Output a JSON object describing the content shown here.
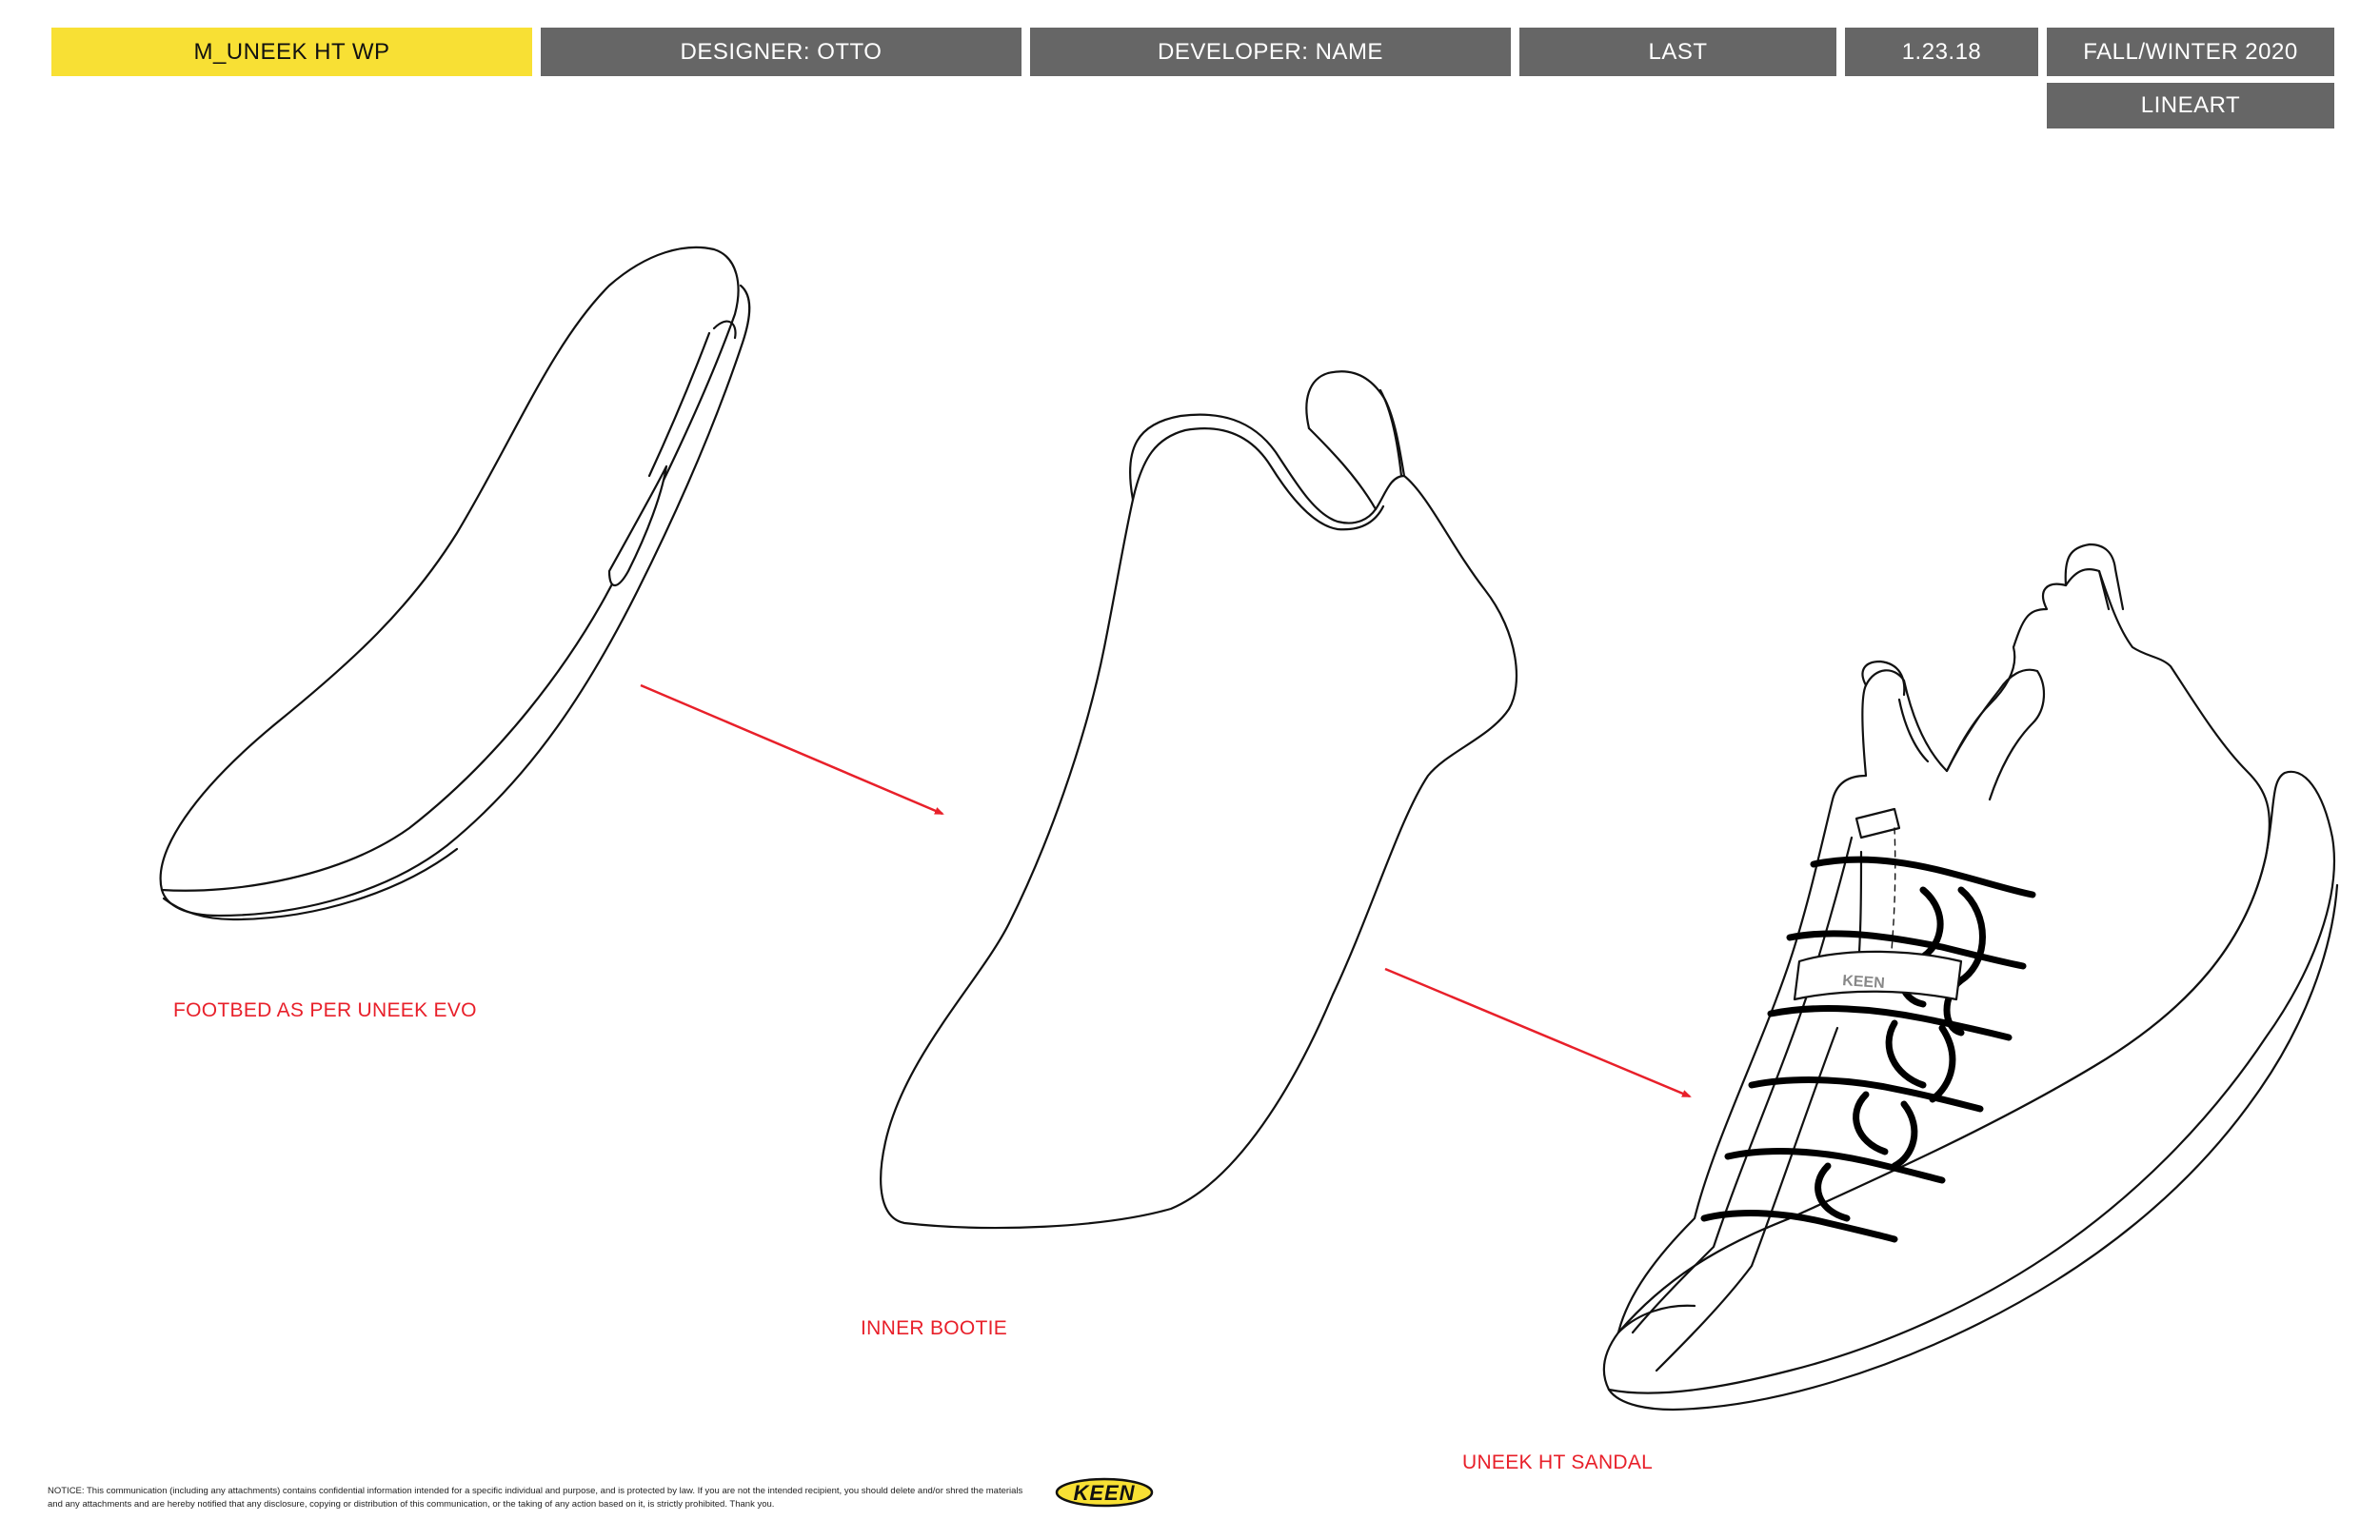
{
  "header": {
    "style_name": "M_UNEEK HT WP",
    "designer": "DESIGNER: OTTO",
    "developer": "DEVELOPER: NAME",
    "last": "LAST",
    "date": "1.23.18",
    "season": "FALL/WINTER 2020",
    "view": "LINEART"
  },
  "captions": {
    "footbed": "FOOTBED AS PER UNEEK EVO",
    "bootie": "INNER BOOTIE",
    "sandal": "UNEEK HT SANDAL"
  },
  "logo": {
    "text": "KEEN"
  },
  "notice": "NOTICE: This communication (including any attachments) contains confidential information intended for a specific individual and purpose, and is protected by law. If you are not the intended recipient, you should delete and/or shred the materials and any attachments and are hereby notified that any disclosure, copying or distribution of this communication, or the taking of any action based on it, is strictly prohibited. Thank you.",
  "colors": {
    "header_gray": "#666666",
    "header_yellow": "#f8e034",
    "annotation_red": "#e8202a"
  }
}
